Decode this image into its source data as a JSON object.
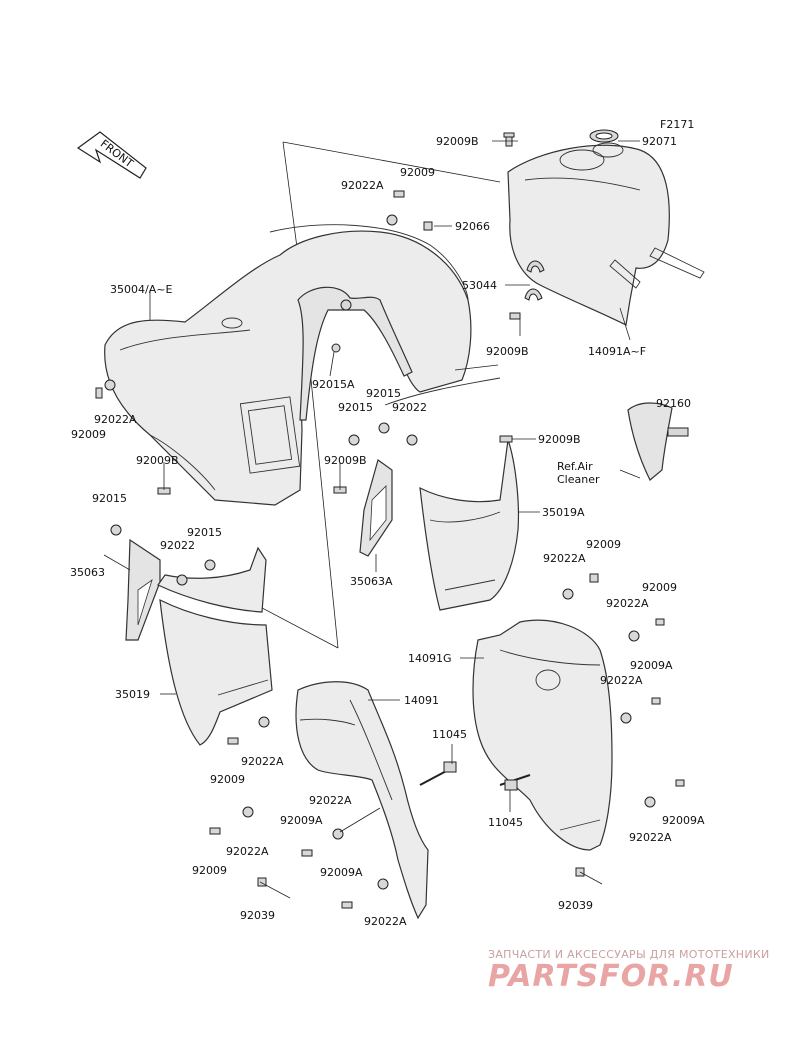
{
  "figure_code": "F2171",
  "front_arrow_label": "FRONT",
  "ref_label_line1": "Ref.Air",
  "ref_label_line2": "Cleaner",
  "labels": {
    "l_92009B_top": "92009B",
    "l_92071": "92071",
    "l_92009_top": "92009",
    "l_92022A_top": "92022A",
    "l_92066": "92066",
    "l_35004": "35004/A~E",
    "l_53044": "53044",
    "l_92009B_mid": "92009B",
    "l_14091AF": "14091A~F",
    "l_92015A": "92015A",
    "l_92015_a": "92015",
    "l_92015_b": "92015",
    "l_92022_mid": "92022",
    "l_92022A_left": "92022A",
    "l_92009_left": "92009",
    "l_92160": "92160",
    "l_92009B_right": "92009B",
    "l_92009B_left": "92009B",
    "l_92009B_c": "92009B",
    "l_35019A": "35019A",
    "l_92015_left": "92015",
    "l_92015_c": "92015",
    "l_92022_left": "92022",
    "l_35063": "35063",
    "l_35063A": "35063A",
    "l_92009_r1": "92009",
    "l_92022A_r1": "92022A",
    "l_92009_r2": "92009",
    "l_92022A_r2": "92022A",
    "l_14091G": "14091G",
    "l_92009A_r": "92009A",
    "l_92022A_r3": "92022A",
    "l_35019": "35019",
    "l_14091": "14091",
    "l_11045_top": "11045",
    "l_92022A_b1": "92022A",
    "l_92009_b1": "92009",
    "l_92022A_b2": "92022A",
    "l_92009A_b": "92009A",
    "l_11045_bot": "11045",
    "l_92009A_r2": "92009A",
    "l_92022A_r4": "92022A",
    "l_92022A_b3": "92022A",
    "l_92009_b2": "92009",
    "l_92009A_b2": "92009A",
    "l_92039_left": "92039",
    "l_92022A_b4": "92022A",
    "l_92039_right": "92039"
  },
  "watermark": {
    "top_text": "ЗАПЧАСТИ И АКСЕССУАРЫ ДЛЯ МОТОТЕХНИКИ",
    "logo_text": "PARTSFOR.RU"
  }
}
